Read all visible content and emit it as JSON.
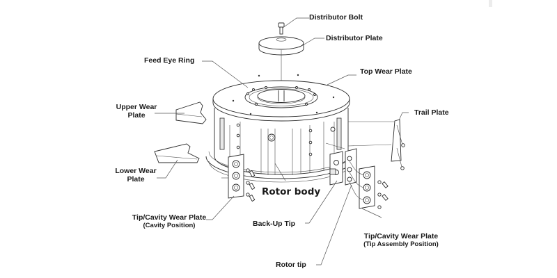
{
  "diagram": {
    "title": "Rotor assembly exploded view",
    "labels": {
      "distributor_bolt": "Distributor Bolt",
      "distributor_plate": "Distributor Plate",
      "feed_eye_ring": "Feed Eye Ring",
      "top_wear_plate": "Top Wear Plate",
      "upper_wear_plate_line1": "Upper Wear",
      "upper_wear_plate_line2": "Plate",
      "trail_plate": "Trail Plate",
      "lower_wear_plate_line1": "Lower Wear",
      "lower_wear_plate_line2": "Plate",
      "rotor_body": "Rotor body",
      "tip_cavity_left_line1": "Tip/Cavity Wear Plate",
      "tip_cavity_left_line2": "(Cavity Position)",
      "back_up_tip": "Back-Up Tip",
      "tip_cavity_right_line1": "Tip/Cavity Wear Plate",
      "tip_cavity_right_line2": "(Tip Assembly Position)",
      "rotor_tip": "Rotor tip"
    }
  }
}
